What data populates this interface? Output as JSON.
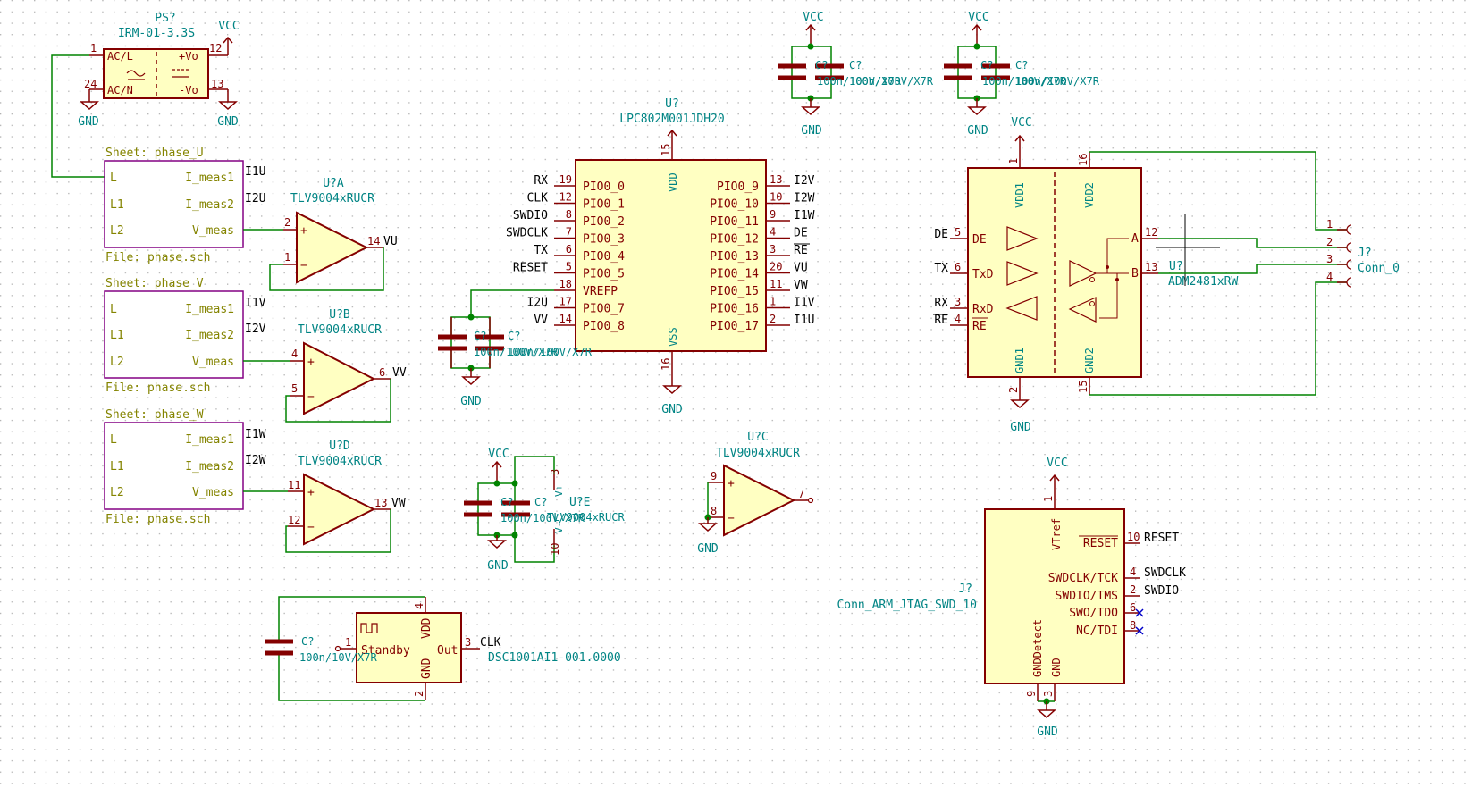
{
  "colors": {
    "pin": "#840000",
    "body": "#ffffc2",
    "wire": "#008400",
    "ref": "#008484",
    "sheet": "#848400",
    "sheet_border": "#840084",
    "junction": "#008400",
    "no_connect": "#0000c8",
    "grid_dot": "#b0b0b0"
  },
  "power": {
    "vcc": "VCC",
    "gnd": "GND"
  },
  "psu": {
    "ref": "PS?",
    "value": "IRM-01-3.3S",
    "pins": [
      "AC/L",
      "AC/N",
      "+Vo",
      "-Vo"
    ],
    "pin_numbers": [
      "1",
      "24",
      "12",
      "13"
    ]
  },
  "sheets": [
    {
      "name": "Sheet: phase_U",
      "file": "File: phase.sch",
      "nets": [
        "I1U",
        "I2U"
      ]
    },
    {
      "name": "Sheet: phase_V",
      "file": "File: phase.sch",
      "nets": [
        "I1V",
        "I2V"
      ]
    },
    {
      "name": "Sheet: phase_W",
      "file": "File: phase.sch",
      "nets": [
        "I1W",
        "I2W"
      ]
    }
  ],
  "sheet_pins": {
    "left": [
      "L",
      "L1",
      "L2"
    ],
    "right": [
      "I_meas1",
      "I_meas2",
      "V_meas"
    ]
  },
  "opamps": [
    {
      "ref": "U?A",
      "value": "TLV9004xRUCR",
      "plus": "2",
      "minus": "1",
      "out": "14",
      "net": "VU"
    },
    {
      "ref": "U?B",
      "value": "TLV9004xRUCR",
      "plus": "4",
      "minus": "5",
      "out": "6",
      "net": "VV"
    },
    {
      "ref": "U?D",
      "value": "TLV9004xRUCR",
      "plus": "11",
      "minus": "12",
      "out": "13",
      "net": "VW"
    },
    {
      "ref": "U?C",
      "value": "TLV9004xRUCR",
      "plus": "9",
      "minus": "8",
      "out": "7",
      "net": ""
    }
  ],
  "opamp_e": {
    "ref": "U?E",
    "value": "TLV9004xRUCR",
    "vplus": "V+",
    "vminus": "V-",
    "pin_top": "3",
    "pin_bottom": "10"
  },
  "mcu": {
    "ref": "U?",
    "value": "LPC802M001JDH20",
    "vdd": "VDD",
    "vss": "VSS",
    "vdd_pin": "15",
    "vss_pin": "16",
    "left": [
      {
        "pin": "PIO0_0",
        "num": "19",
        "net": "RX"
      },
      {
        "pin": "PIO0_1",
        "num": "12",
        "net": "CLK"
      },
      {
        "pin": "PIO0_2",
        "num": "8",
        "net": "SWDIO"
      },
      {
        "pin": "PIO0_3",
        "num": "7",
        "net": "SWDCLK"
      },
      {
        "pin": "PIO0_4",
        "num": "6",
        "net": "TX"
      },
      {
        "pin": "PIO0_5",
        "num": "5",
        "net": "RESET"
      },
      {
        "pin": "VREFP",
        "num": "18",
        "net": ""
      },
      {
        "pin": "PIO0_7",
        "num": "17",
        "net": "I2U"
      },
      {
        "pin": "PIO0_8",
        "num": "14",
        "net": "VV"
      }
    ],
    "right": [
      {
        "pin": "PIO0_9",
        "num": "13",
        "net": "I2V"
      },
      {
        "pin": "PIO0_10",
        "num": "10",
        "net": "I2W"
      },
      {
        "pin": "PIO0_11",
        "num": "9",
        "net": "I1W"
      },
      {
        "pin": "PIO0_12",
        "num": "4",
        "net": "DE"
      },
      {
        "pin": "PIO0_13",
        "num": "3",
        "net": "RE"
      },
      {
        "pin": "PIO0_14",
        "num": "20",
        "net": "VU"
      },
      {
        "pin": "PIO0_15",
        "num": "11",
        "net": "VW"
      },
      {
        "pin": "PIO0_16",
        "num": "1",
        "net": "I1V"
      },
      {
        "pin": "PIO0_17",
        "num": "2",
        "net": "I1U"
      }
    ]
  },
  "caps": [
    {
      "ref": "C?",
      "value": "100n/100V/X7R"
    },
    {
      "ref": "C?",
      "value": "100n/100V/X7R"
    },
    {
      "ref": "C?",
      "value": "100n/100V/X7R"
    },
    {
      "ref": "C?",
      "value": "100n/100V/X7R"
    },
    {
      "ref": "C?",
      "value": "100n/10V/X7R"
    }
  ],
  "rs485": {
    "ref": "U?",
    "value": "ADM2481xRW",
    "pins_left": [
      {
        "pin": "DE",
        "num": "5",
        "net": "DE"
      },
      {
        "pin": "TxD",
        "num": "6",
        "net": "TX"
      },
      {
        "pin": "RxD",
        "num": "3",
        "net": "RX"
      },
      {
        "pin": "RE",
        "num": "4",
        "net": "RE"
      }
    ],
    "pins_right": [
      {
        "pin": "A",
        "num": "12"
      },
      {
        "pin": "B",
        "num": "13"
      }
    ],
    "vdd1": "VDD1",
    "vdd2": "VDD2",
    "gnd1": "GND1",
    "gnd2": "GND2",
    "vdd1_num": "1",
    "vdd2_num": "16",
    "gnd1_num": "2",
    "gnd2_num": "15"
  },
  "connector": {
    "ref": "J?",
    "value": "Conn_0",
    "pins": [
      "1",
      "2",
      "3",
      "4"
    ]
  },
  "jtag": {
    "ref": "J?",
    "value": "Conn_ARM_JTAG_SWD_10",
    "pins": [
      {
        "pin": "VTref",
        "num": "1"
      },
      {
        "pin": "RESET",
        "num": "10",
        "net": "RESET"
      },
      {
        "pin": "SWDCLK/TCK",
        "num": "4",
        "net": "SWDCLK"
      },
      {
        "pin": "SWDIO/TMS",
        "num": "2",
        "net": "SWDIO"
      },
      {
        "pin": "SWO/TDO",
        "num": "6"
      },
      {
        "pin": "NC/TDI",
        "num": "8"
      },
      {
        "pin": "GNDDetect",
        "num": "9"
      },
      {
        "pin": "GND",
        "num": "3"
      }
    ]
  },
  "osc": {
    "value": "DSC1001AI1-001.0000",
    "pins": [
      "Standby",
      "VDD",
      "GND",
      "Out"
    ],
    "nums": [
      "1",
      "4",
      "2",
      "3"
    ],
    "net": "CLK"
  }
}
